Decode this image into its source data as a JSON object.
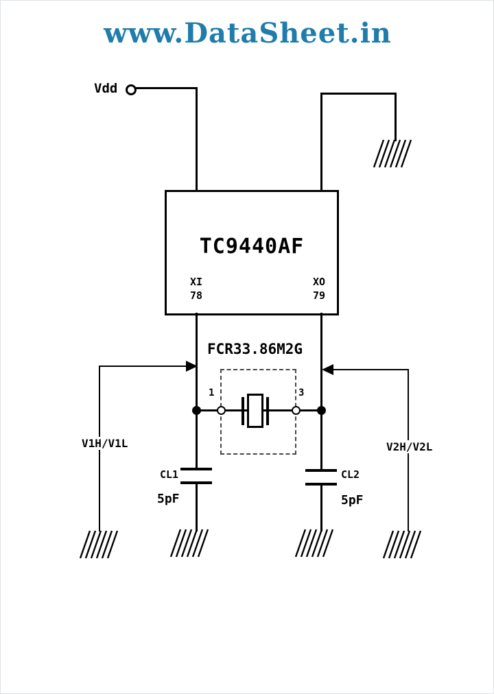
{
  "watermark": {
    "text": "www.DataSheet.in",
    "color": "#1f7cab"
  },
  "labels": {
    "vdd": "Vdd",
    "v1": "V1H/V1L",
    "v2": "V2H/V2L"
  },
  "ic": {
    "name": "TC9440AF",
    "xi_label": "XI",
    "xi_pin": "78",
    "xo_label": "XO",
    "xo_pin": "79"
  },
  "crystal": {
    "part_number": "FCR33.86M2G",
    "pin_left": "1",
    "pin_right": "3"
  },
  "capacitors": {
    "cl1": {
      "name": "CL1",
      "value": "5pF"
    },
    "cl2": {
      "name": "CL2",
      "value": "5pF"
    }
  }
}
